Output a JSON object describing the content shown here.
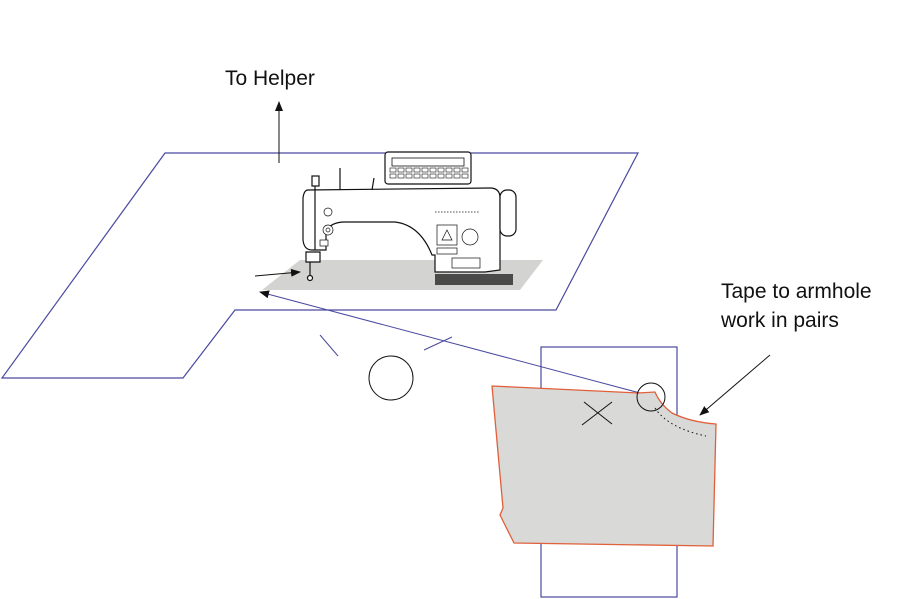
{
  "labels": {
    "to_helper": "To Helper",
    "tape_line1": "Tape to armhole",
    "tape_line2": "work in pairs"
  },
  "colors": {
    "table_outline": "#4a4aa0",
    "cut_piece_outline": "#e0603a",
    "cut_piece_fill": "#d9d9d7",
    "machine_plate": "#d3d3d1",
    "machine_base": "#4a4a4a",
    "stroke": "#111111"
  }
}
